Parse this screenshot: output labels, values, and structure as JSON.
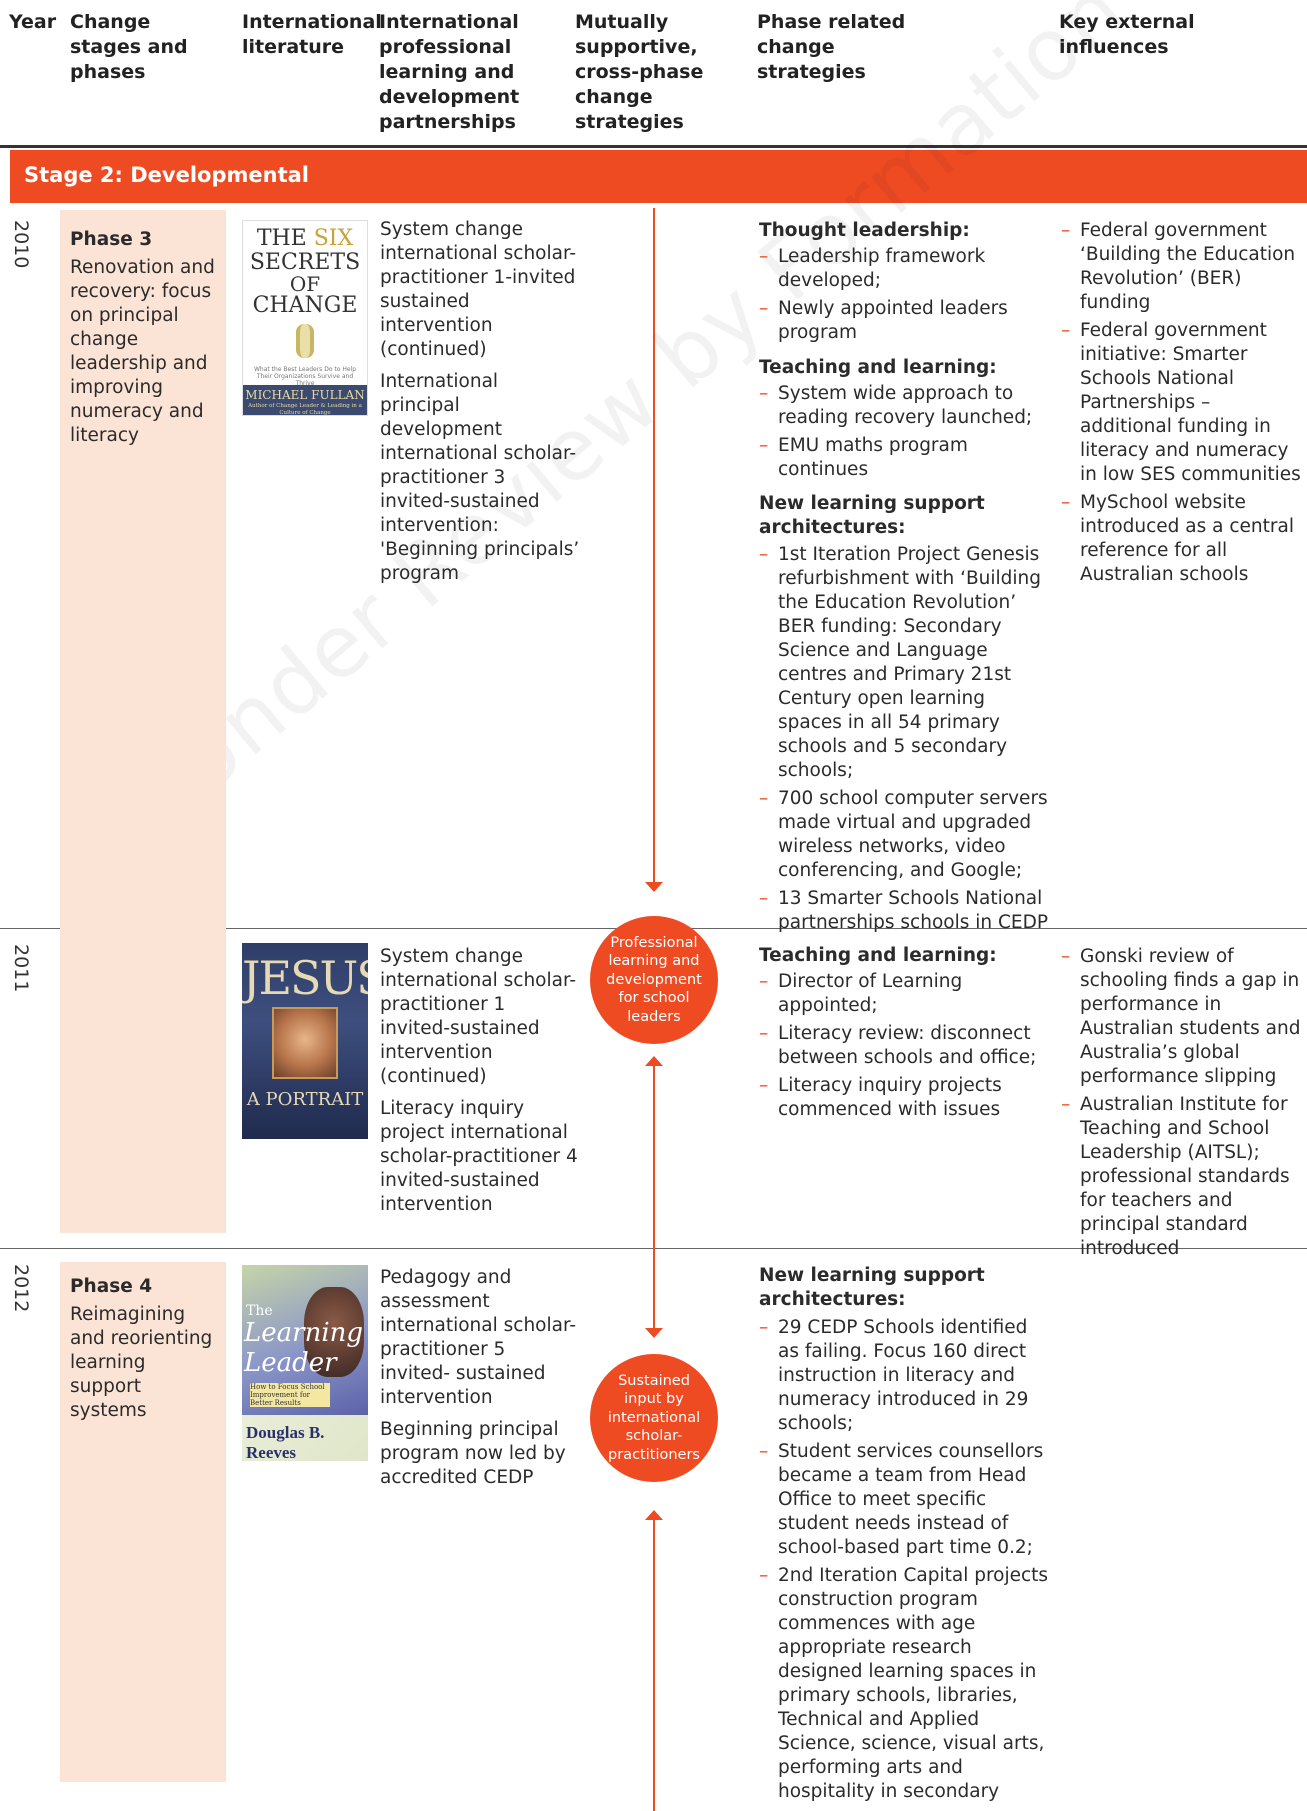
{
  "headers": {
    "year": "Year",
    "stages": "Change stages and phases",
    "literature": "International literature",
    "partnerships": "International professional learning and development partnerships",
    "cross_phase": "Mutually supportive, cross-phase change strategies",
    "phase_strategies": "Phase related change strategies",
    "influences": "Key external influences"
  },
  "stage_title": "Stage 2: Developmental",
  "watermark": "Under Review by Formation and Inclusivity",
  "rows": [
    {
      "year": "2010",
      "phase_title": "Phase 3",
      "phase_desc": "Renovation and recovery: focus on principal change leadership and improving numeracy and literacy",
      "book": {
        "line1": "THE",
        "line1b": "SIX",
        "line2": "SECRETS",
        "line3": "OF",
        "line4": "CHANGE",
        "tagline": "What the Best Leaders Do to Help Their Organizations Survive and Thrive",
        "author": "MICHAEL FULLAN",
        "author_sub": "Author of Change Leader & Leading in a Culture of Change"
      },
      "partnerships": [
        "System change international scholar-practitioner 1-invited sustained intervention (continued)",
        "International principal development international scholar-practitioner 3 invited-sustained intervention: 'Beginning principals’ program"
      ],
      "strategy_groups": [
        {
          "heading": "Thought leadership:",
          "items": [
            "Leadership framework developed;",
            "Newly appointed leaders program"
          ]
        },
        {
          "heading": "Teaching and learning:",
          "items": [
            "System wide approach to reading recovery launched;",
            "EMU maths program continues"
          ]
        },
        {
          "heading": "New learning support architectures:",
          "items": [
            "1st Iteration Project Genesis refurbishment with ‘Building the Education Revolution’ BER funding: Secondary Science and Language centres and Primary 21st Century open learning spaces in all 54 primary schools and 5 secondary schools;",
            "700 school computer servers made virtual and upgraded wireless networks, video conferencing, and Google;",
            "13 Smarter Schools National partnerships schools in CEDP"
          ]
        }
      ],
      "influences": [
        "Federal government ‘Building the Education Revolution’ (BER) funding",
        "Federal government initiative: Smarter Schools National Partnerships – additional funding in literacy and numeracy in low SES communities",
        "MySchool website introduced as a central reference for all Australian schools"
      ]
    },
    {
      "year": "2011",
      "book": {
        "title": "JESUS",
        "subtitle": "A PORTRAIT"
      },
      "partnerships": [
        "System change international scholar-practitioner 1 invited-sustained intervention (continued)",
        "Literacy inquiry project international scholar-practitioner 4 invited-sustained intervention"
      ],
      "circle": "Professional learning and development for school leaders",
      "strategy_groups": [
        {
          "heading": "Teaching and learning:",
          "items": [
            "Director of Learning appointed;",
            "Literacy review: disconnect between schools and office;",
            "Literacy inquiry projects commenced with issues"
          ]
        }
      ],
      "influences": [
        "Gonski review of schooling finds a gap in performance in Australian students and Australia’s global performance slipping",
        "Australian Institute for Teaching and School Leadership (AITSL); professional standards for teachers and principal standard introduced"
      ]
    },
    {
      "year": "2012",
      "phase_title": "Phase 4",
      "phase_desc": "Reimagining and reorienting learning support systems",
      "book": {
        "title1": "The",
        "title2": "Learning",
        "title3": "Leader",
        "sub": "How to Focus School Improvement for Better Results",
        "author": "Douglas B. Reeves"
      },
      "partnerships": [
        "Pedagogy and assessment international scholar-practitioner 5 invited- sustained intervention",
        "Beginning principal program now led by accredited CEDP"
      ],
      "circle": "Sustained input by international scholar-practitioners",
      "strategy_groups": [
        {
          "heading": "New learning support architectures:",
          "items": [
            "29 CEDP Schools identified as failing. Focus 160 direct instruction in literacy and numeracy introduced in 29 schools;",
            "Student services counsellors became a team from Head Office to meet specific student needs instead of school-based part time 0.2;",
            "2nd Iteration Capital projects construction program commences with age appropriate research designed learning spaces in primary schools, libraries, Technical and Applied Science, science, visual arts, performing arts and hospitality in secondary"
          ]
        }
      ]
    }
  ],
  "colors": {
    "accent": "#ef4b23",
    "phase_bg": "#fbe3d6",
    "text": "#2b2b2b"
  }
}
